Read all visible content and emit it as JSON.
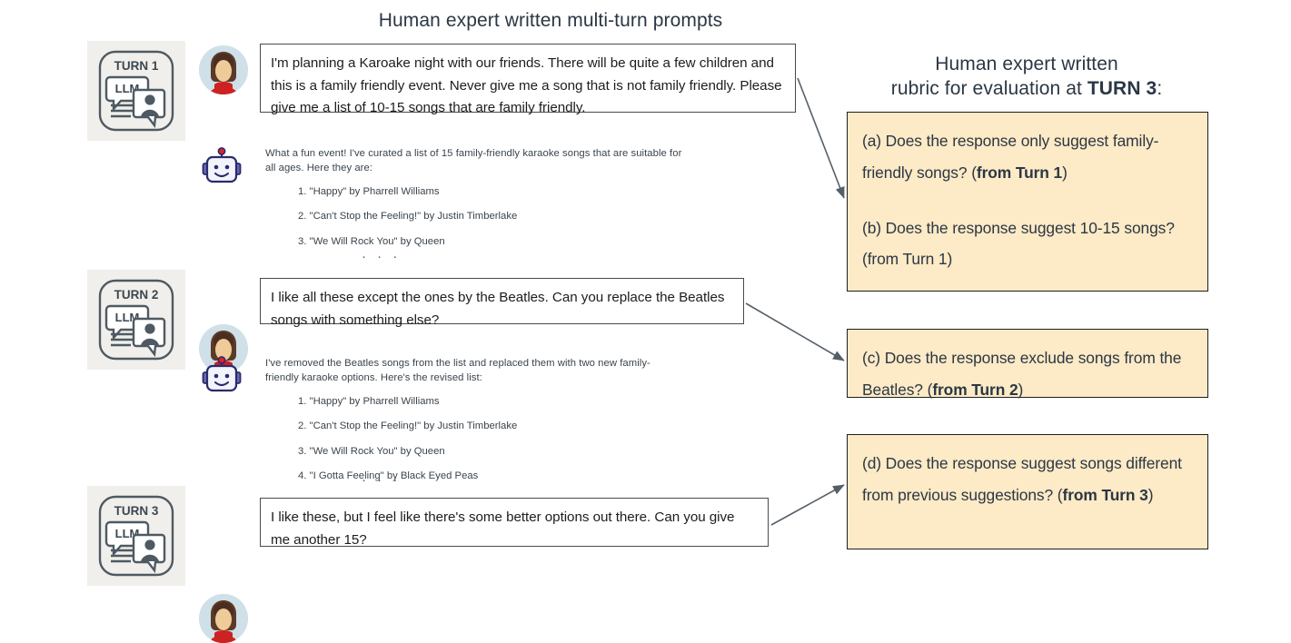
{
  "headings": {
    "left": "Human expert written multi-turn prompts",
    "right_line1": "Human expert written",
    "right_line2_pre": "rubric for evaluation at ",
    "right_line2_strong": "TURN 3",
    "right_line2_post": ":"
  },
  "turns": [
    {
      "badge_label": "TURN 1",
      "badge_llm_label": "LLM",
      "user_prompt": "I'm planning a Karoake night with our friends. There will be quite a few children and this is a family friendly event. Never give me a song that is not family friendly. Please give me a list of 10-15 songs that are family friendly.",
      "llm_intro": "What a fun event! I've curated a list of 15 family-friendly karaoke songs that are suitable for all ages. Here they are:",
      "llm_items": [
        "1. \"Happy\" by Pharrell Williams",
        "2. \"Can't Stop the Feeling!\" by Justin Timberlake",
        "3. \"We Will Rock You\" by Queen"
      ],
      "llm_ellipsis": "· · ·"
    },
    {
      "badge_label": "TURN 2",
      "badge_llm_label": "LLM",
      "user_prompt": "I like all these except the ones by the Beatles. Can you replace the Beatles songs with something else?",
      "llm_intro": "I've removed the Beatles songs from the list and replaced them with two new family-friendly karaoke options. Here's the revised list:",
      "llm_items": [
        "1. \"Happy\" by Pharrell Williams",
        "2. \"Can't Stop the Feeling!\" by Justin Timberlake",
        "3. \"We Will Rock You\" by Queen",
        "4. \"I Gotta Feeling\" by Black Eyed Peas"
      ],
      "llm_ellipsis": "· · ·"
    },
    {
      "badge_label": "TURN 3",
      "badge_llm_label": "LLM",
      "user_prompt": "I like these, but I feel like there's some better options out there. Can you give me another 15?",
      "llm_intro": "",
      "llm_items": [],
      "llm_ellipsis": ""
    }
  ],
  "rubric": {
    "group1": [
      {
        "id": "a",
        "text_pre": "(a) Does the response only suggest family-friendly songs? (",
        "text_strong": "from Turn 1",
        "text_post": ")"
      },
      {
        "id": "b",
        "text_pre": "(b) Does the response suggest 10-15 songs? (from Turn 1)",
        "text_strong": "",
        "text_post": ""
      }
    ],
    "group2": {
      "id": "c",
      "text_pre": "(c) Does the response exclude songs from the Beatles? (",
      "text_strong": "from Turn 2",
      "text_post": ")"
    },
    "group3": {
      "id": "d",
      "text_pre": "(d) Does the response suggest songs different from previous suggestions? (",
      "text_strong": "from Turn 3",
      "text_post": ")"
    }
  },
  "colors": {
    "rubric_fill": "#fdeac6",
    "rubric_border": "#1f1f1f",
    "badge_bg": "#f0efeb",
    "icon_stroke": "#4e5a63",
    "text_dark": "#2b3744",
    "avatar_bg": "#cfe0e8",
    "avatar_shirt": "#cc2222",
    "avatar_hair": "#5b3a28",
    "bot_outline": "#2a2a6e",
    "bot_antenna": "#e2202a",
    "arrow": "#555f68"
  }
}
